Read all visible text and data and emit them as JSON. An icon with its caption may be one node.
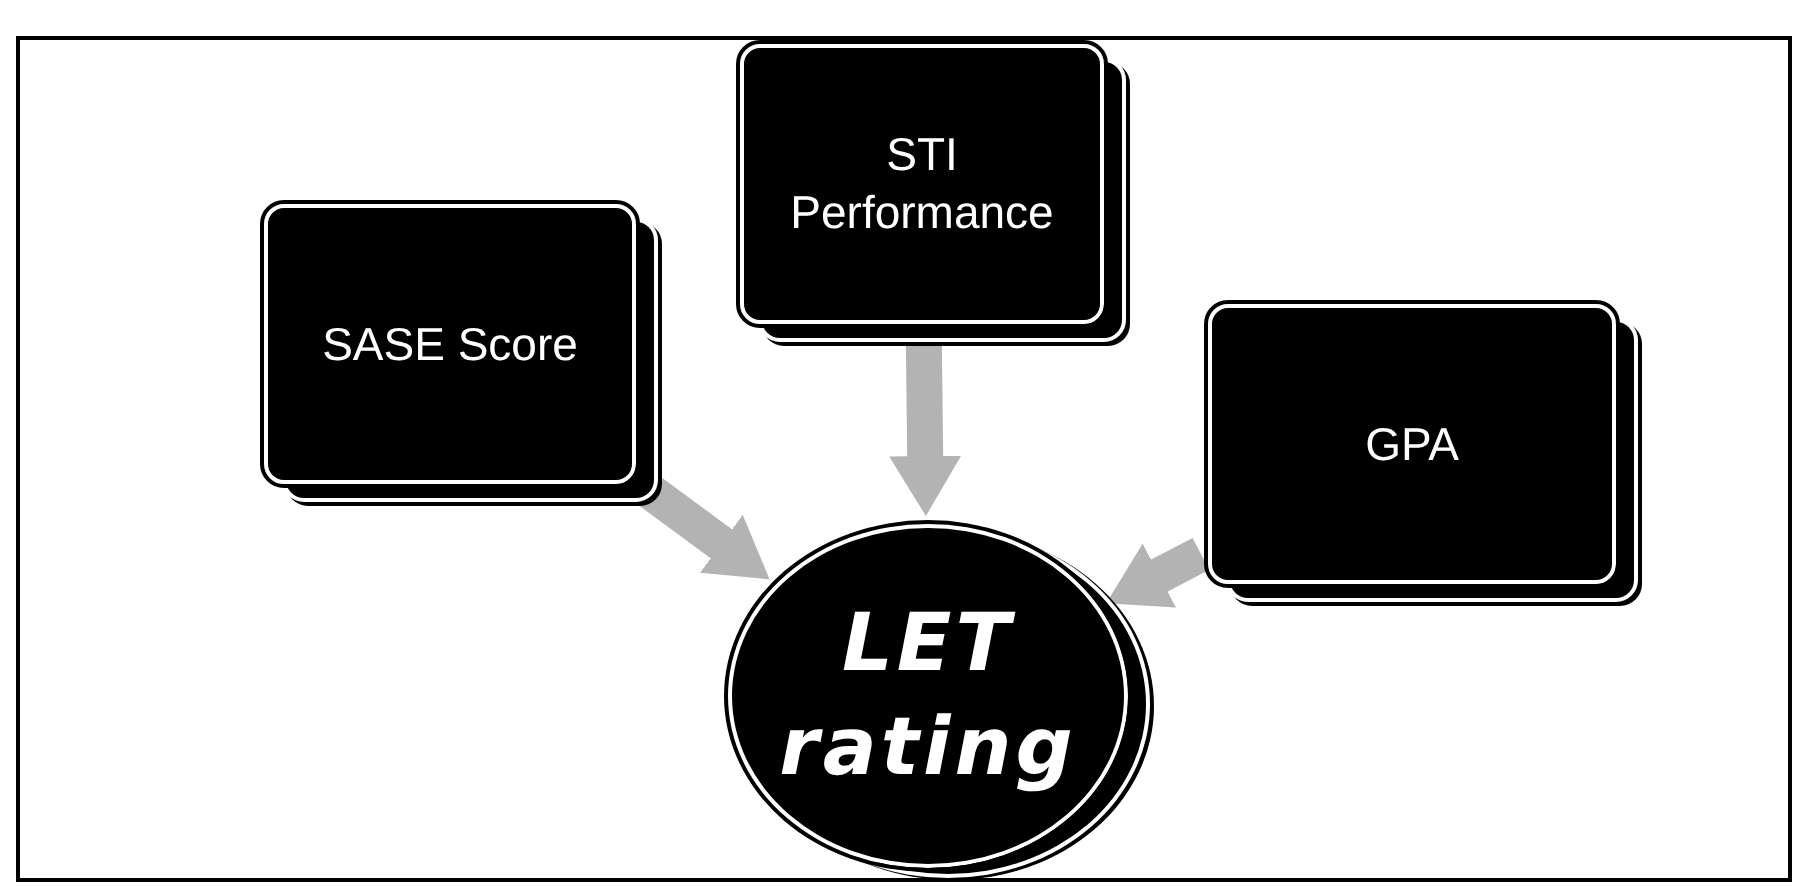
{
  "diagram": {
    "nodes": [
      {
        "text": [
          "SASE Score"
        ]
      },
      {
        "text": [
          "STI Performance"
        ]
      },
      {
        "text": [
          "GPA"
        ]
      },
      {
        "text": [
          "LET rating"
        ]
      }
    ],
    "edges": [
      {
        "from": 0,
        "to": 3,
        "arrow": "to"
      },
      {
        "from": 1,
        "to": 3,
        "arrow": "to"
      },
      {
        "from": 2,
        "to": 3,
        "arrow": "to"
      }
    ]
  }
}
